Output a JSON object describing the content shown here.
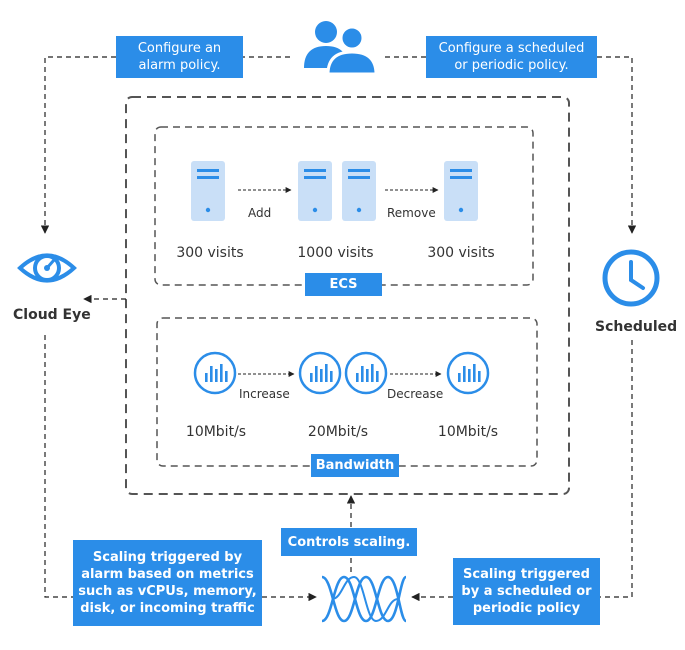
{
  "callouts": {
    "alarm_policy": "Configure an\nalarm policy.",
    "scheduled_policy": "Configure a scheduled\nor periodic policy.",
    "controls_scaling": "Controls scaling.",
    "alarm_trigger": "Scaling triggered by\nalarm based on metrics\nsuch as vCPUs, memory,\ndisk, or incoming traffic",
    "scheduled_trigger": "Scaling triggered\nby a scheduled or\nperiodic policy"
  },
  "side_labels": {
    "cloud_eye": "Cloud Eye",
    "scheduled": "Scheduled"
  },
  "ecs": {
    "label": "ECS",
    "add_label": "Add",
    "remove_label": "Remove",
    "captions": [
      "300 visits",
      "1000 visits",
      "300 visits"
    ]
  },
  "bandwidth": {
    "label": "Bandwidth",
    "increase_label": "Increase",
    "decrease_label": "Decrease",
    "captions": [
      "10Mbit/s",
      "20Mbit/s",
      "10Mbit/s"
    ]
  },
  "icons": {
    "users": "users-icon",
    "eye": "eye-icon",
    "clock": "clock-icon",
    "server": "server-icon",
    "bandwidth": "bandwidth-icon",
    "scaling": "dna-wave-icon"
  },
  "colors": {
    "accent": "#2b8de8",
    "server_fill": "#c9dff7",
    "line": "#555555"
  }
}
